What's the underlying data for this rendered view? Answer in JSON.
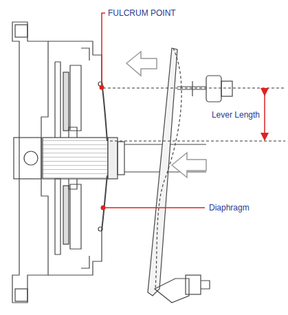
{
  "diagram": {
    "labels": [
      "FULCRUM POINT",
      "Lever Length",
      "Diaphragm"
    ]
  }
}
